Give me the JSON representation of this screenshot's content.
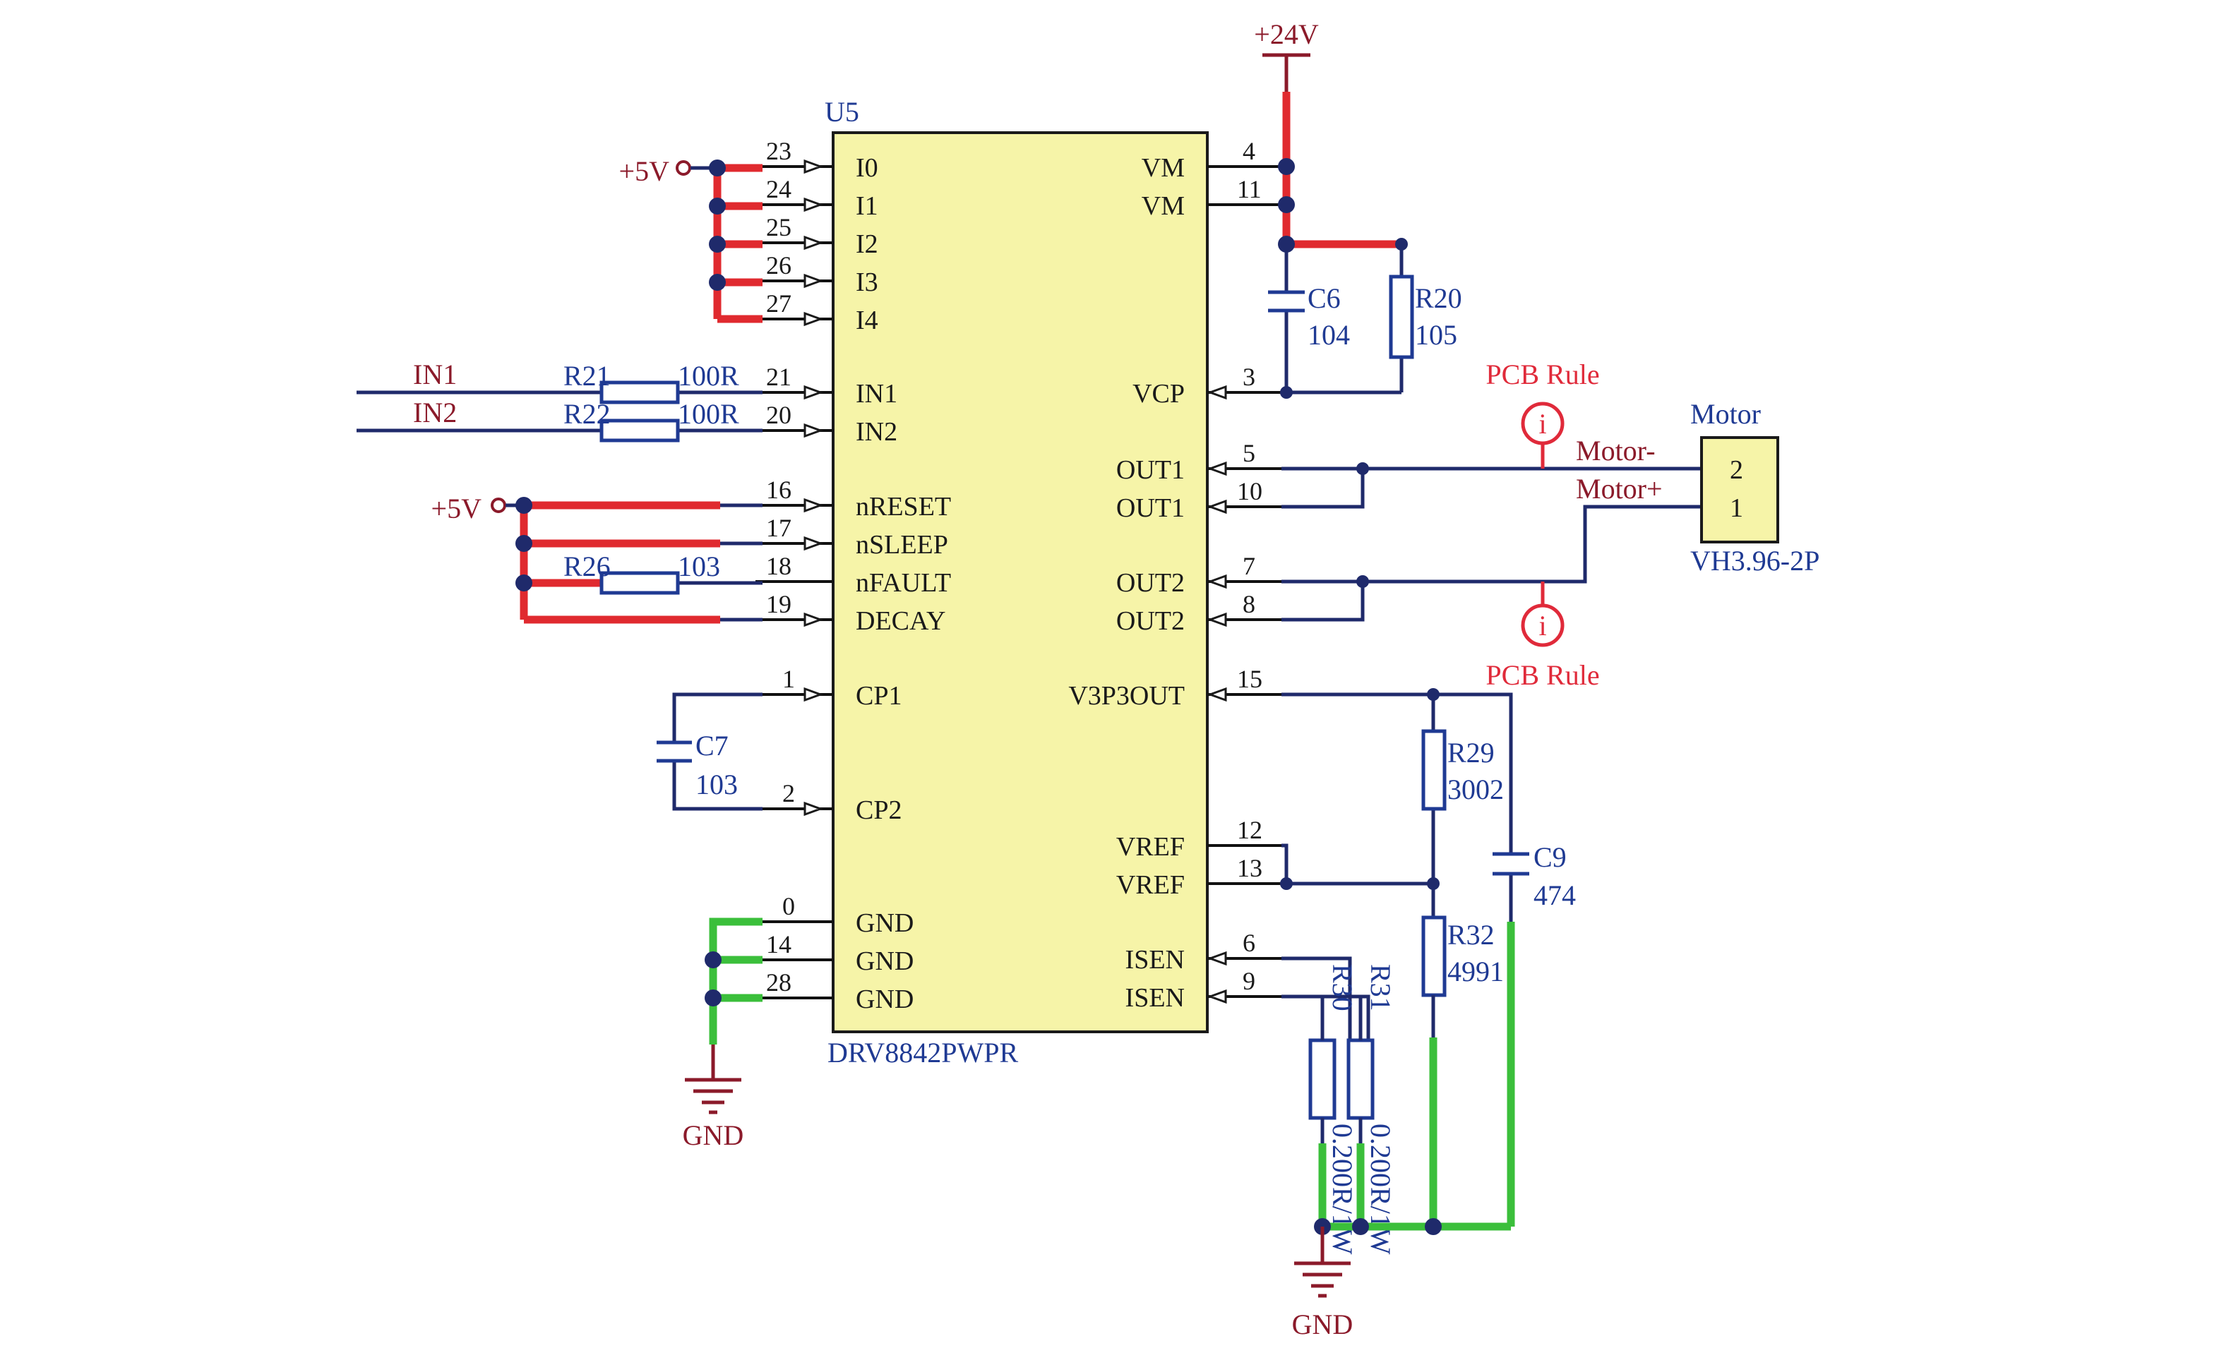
{
  "ic": {
    "ref": "U5",
    "part": "DRV8842PWPR",
    "left_pins": [
      {
        "num": "23",
        "name": "I0"
      },
      {
        "num": "24",
        "name": "I1"
      },
      {
        "num": "25",
        "name": "I2"
      },
      {
        "num": "26",
        "name": "I3"
      },
      {
        "num": "27",
        "name": "I4"
      },
      {
        "num": "21",
        "name": "IN1"
      },
      {
        "num": "20",
        "name": "IN2"
      },
      {
        "num": "16",
        "name": "nRESET"
      },
      {
        "num": "17",
        "name": "nSLEEP"
      },
      {
        "num": "18",
        "name": "nFAULT"
      },
      {
        "num": "19",
        "name": "DECAY"
      },
      {
        "num": "1",
        "name": "CP1"
      },
      {
        "num": "2",
        "name": "CP2"
      },
      {
        "num": "0",
        "name": "GND"
      },
      {
        "num": "14",
        "name": "GND"
      },
      {
        "num": "28",
        "name": "GND"
      }
    ],
    "right_pins": [
      {
        "num": "4",
        "name": "VM"
      },
      {
        "num": "11",
        "name": "VM"
      },
      {
        "num": "3",
        "name": "VCP"
      },
      {
        "num": "5",
        "name": "OUT1"
      },
      {
        "num": "10",
        "name": "OUT1"
      },
      {
        "num": "7",
        "name": "OUT2"
      },
      {
        "num": "8",
        "name": "OUT2"
      },
      {
        "num": "15",
        "name": "V3P3OUT"
      },
      {
        "num": "12",
        "name": "VREF"
      },
      {
        "num": "13",
        "name": "VREF"
      },
      {
        "num": "6",
        "name": "ISEN"
      },
      {
        "num": "9",
        "name": "ISEN"
      }
    ]
  },
  "nets": {
    "plus24v": "+24V",
    "plus5v_top": "+5V",
    "plus5v_mid": "+5V",
    "in1": "IN1",
    "in2": "IN2",
    "gnd_left": "GND",
    "gnd_bottom": "GND",
    "motor_minus": "Motor-",
    "motor_plus": "Motor+"
  },
  "components": {
    "c6": {
      "ref": "C6",
      "value": "104"
    },
    "r20": {
      "ref": "R20",
      "value": "105"
    },
    "r21": {
      "ref": "R21",
      "value": "100R"
    },
    "r22": {
      "ref": "R22",
      "value": "100R"
    },
    "r26": {
      "ref": "R26",
      "value": "103"
    },
    "c7": {
      "ref": "C7",
      "value": "103"
    },
    "r29": {
      "ref": "R29",
      "value": "3002"
    },
    "c9": {
      "ref": "C9",
      "value": "474"
    },
    "r32": {
      "ref": "R32",
      "value": "4991"
    },
    "r30": {
      "ref": "R30",
      "value": "0.200R/1W"
    },
    "r31": {
      "ref": "R31",
      "value": "0.200R/1W"
    }
  },
  "connector": {
    "title": "Motor",
    "part": "VH3.96-2P",
    "pin_top": "2",
    "pin_bottom": "1"
  },
  "pcb_rules": {
    "top_label": "PCB Rule",
    "bottom_label": "PCB Rule",
    "glyph": "i"
  },
  "colors": {
    "ic_body": "#f6f4a8",
    "power_net": "#e02a2f",
    "ground_net": "#3bbf3b",
    "wire": "#1f2a6b"
  }
}
